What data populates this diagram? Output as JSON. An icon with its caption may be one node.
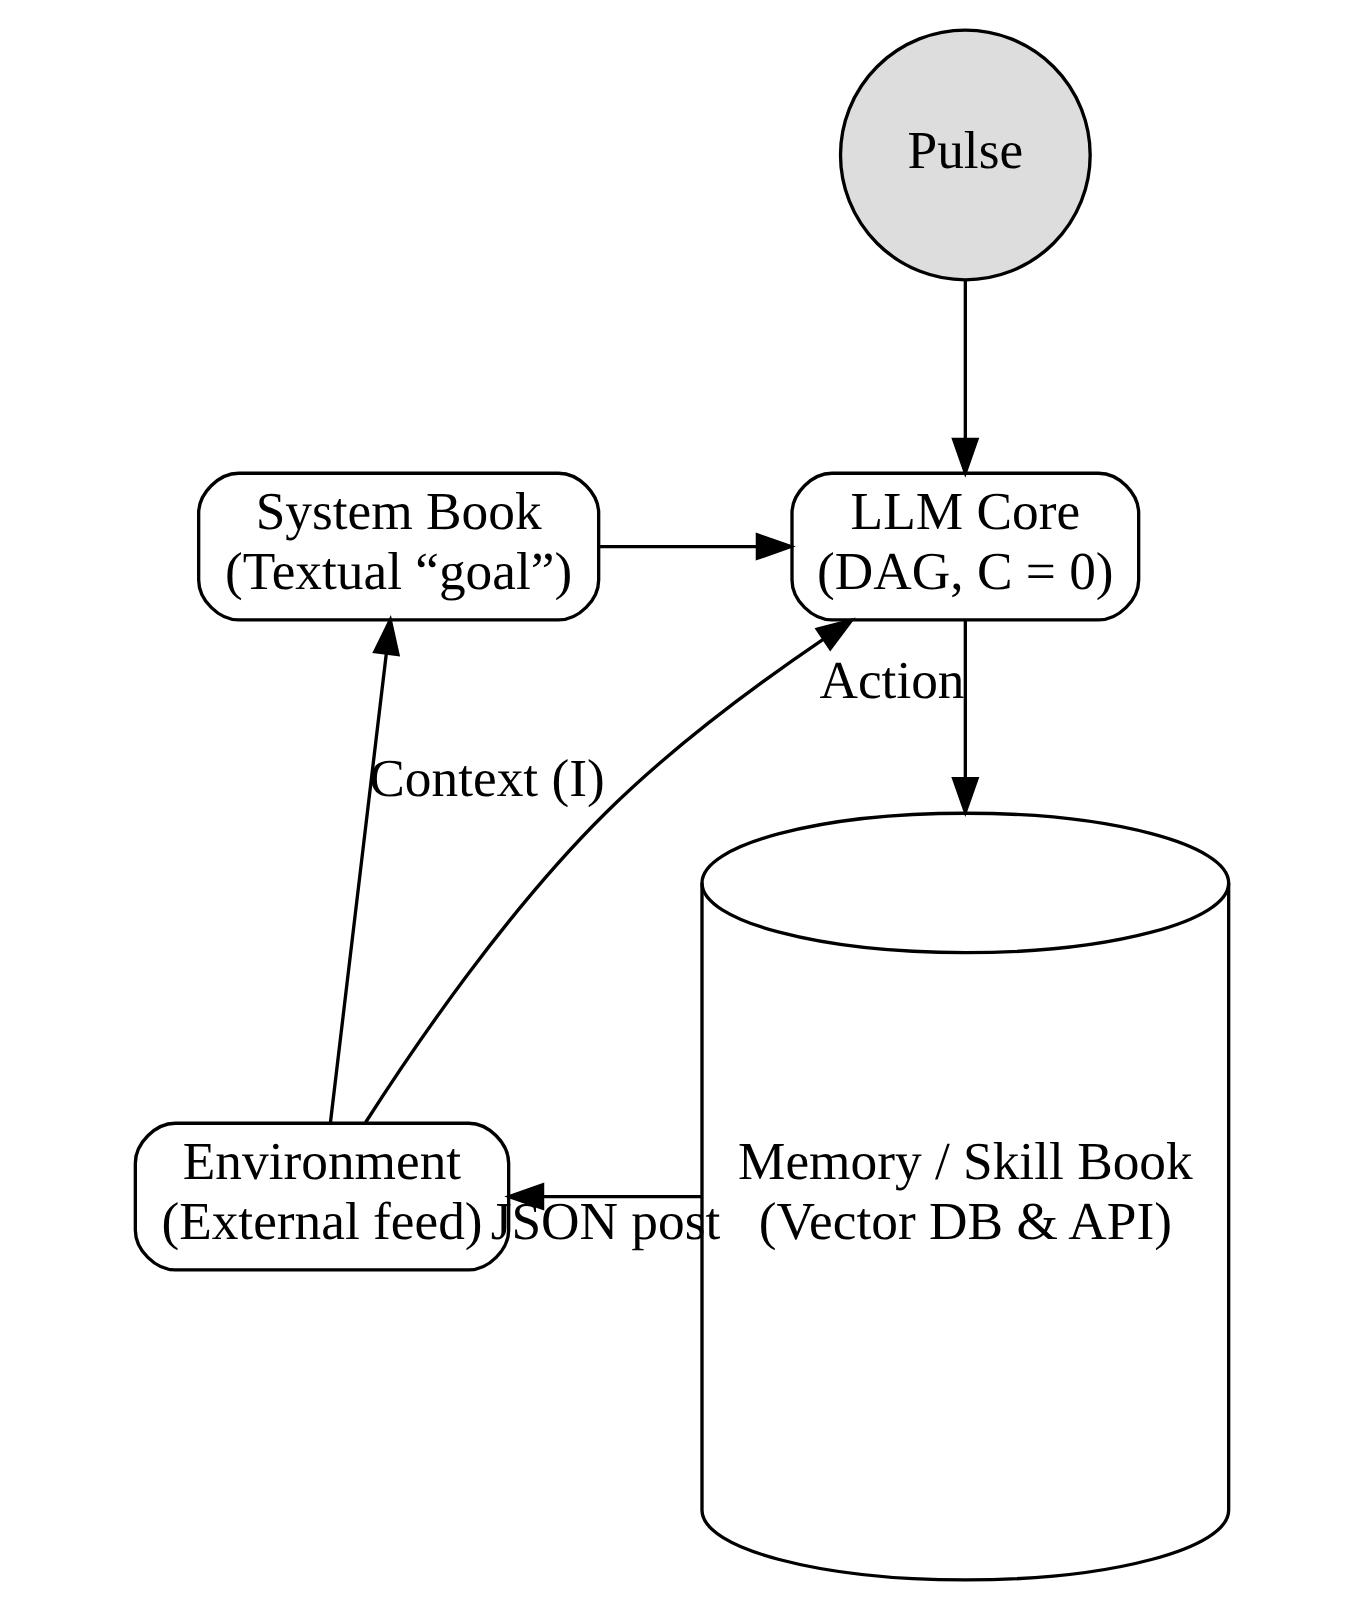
{
  "diagram": {
    "nodes": [
      {
        "text": [
          "Pulse"
        ]
      },
      {
        "text": [
          "System Book",
          "(Textual “goal”)"
        ]
      },
      {
        "text": [
          "LLM Core",
          "(DAG, C = 0)"
        ]
      },
      {
        "text": [
          "Memory / Skill Book",
          "(Vector DB & API)"
        ]
      },
      {
        "text": [
          "Environment",
          "(External feed)"
        ]
      }
    ],
    "edges": [
      {
        "from": 0,
        "to": 2,
        "arrow": "to"
      },
      {
        "from": 1,
        "to": 2,
        "arrow": "to"
      },
      {
        "from": 2,
        "to": 3,
        "arrow": "to",
        "label": "Action"
      },
      {
        "from": 4,
        "to": 2,
        "arrow": "to",
        "label": "Context (I)"
      },
      {
        "from": 4,
        "to": 1,
        "arrow": "to"
      },
      {
        "from": 3,
        "to": 4,
        "arrow": "to",
        "label": "JSON post"
      }
    ]
  }
}
